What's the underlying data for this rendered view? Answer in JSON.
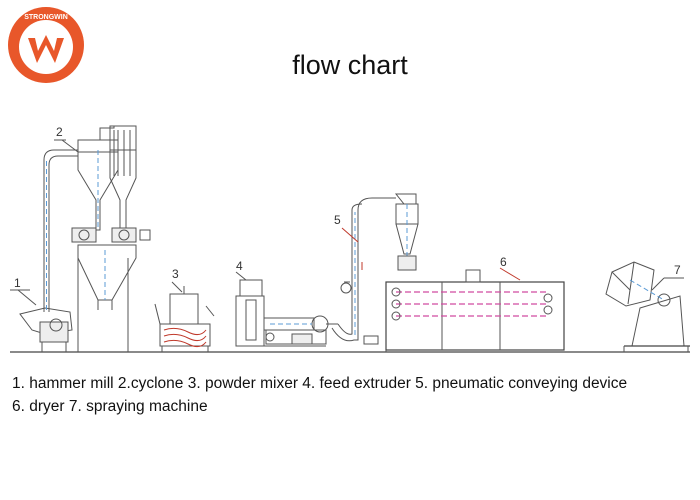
{
  "logo": {
    "text": "STRONGWIN",
    "letter": "W",
    "color": "#e8572a"
  },
  "title": "flow chart",
  "components": [
    {
      "number": "1"
    },
    {
      "number": "2"
    },
    {
      "number": "3"
    },
    {
      "number": "4"
    },
    {
      "number": "5"
    },
    {
      "number": "6"
    },
    {
      "number": "7"
    }
  ],
  "caption": {
    "line1": "1. hammer mill  2.cyclone  3. powder mixer  4. feed extruder  5. pneumatic conveying device",
    "line2": "6. dryer  7. spraying machine"
  },
  "colors": {
    "accent_blue": "#5b9bd5",
    "accent_pink": "#d04aa0",
    "accent_red": "#c0392b"
  }
}
